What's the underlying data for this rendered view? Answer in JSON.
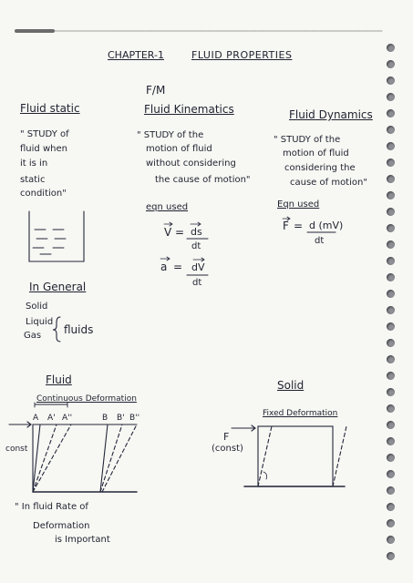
{
  "header": {
    "chapter": "CHAPTER-1",
    "topic": "FLUID PROPERTIES"
  },
  "intro": {
    "fm": "F/M"
  },
  "fluid_static": {
    "title": "Fluid static",
    "definition": [
      "\" STUDY of",
      "fluid when",
      "it is in",
      "static",
      "condition\""
    ]
  },
  "fluid_kinematics": {
    "title": "Fluid Kinematics",
    "definition": [
      "\" STUDY of the",
      "motion of fluid",
      "without considering",
      "the cause of motion\""
    ],
    "eq_label": "eqn used",
    "eq1": {
      "lhs": "V",
      "num": "ds",
      "den": "dt"
    },
    "eq2": {
      "lhs": "a",
      "num": "dV",
      "den": "dt"
    }
  },
  "fluid_dynamics": {
    "title": "Fluid Dynamics",
    "definition": [
      "\" STUDY of the",
      "motion of fluid",
      "considering the",
      "cause of motion\""
    ],
    "eq_label": "Eqn used",
    "eq": {
      "lhs": "F",
      "num": "d (mV)",
      "den": "dt"
    }
  },
  "general": {
    "title": "In General",
    "items": [
      "Solid",
      "Liquid",
      "Gas"
    ],
    "brace_label": "fluids"
  },
  "fluid_diagram": {
    "title": "Fluid",
    "subtitle": "Continuous Deformation",
    "points": [
      "A",
      "A'",
      "A''",
      "B",
      "B'",
      "B''"
    ],
    "force_label": "const"
  },
  "solid_diagram": {
    "title": "Solid",
    "subtitle": "Fixed Deformation",
    "force": "F",
    "force_label": "(const)"
  },
  "note": {
    "lines": [
      "\" In fluid Rate of",
      "Deformation",
      "is Important"
    ]
  }
}
